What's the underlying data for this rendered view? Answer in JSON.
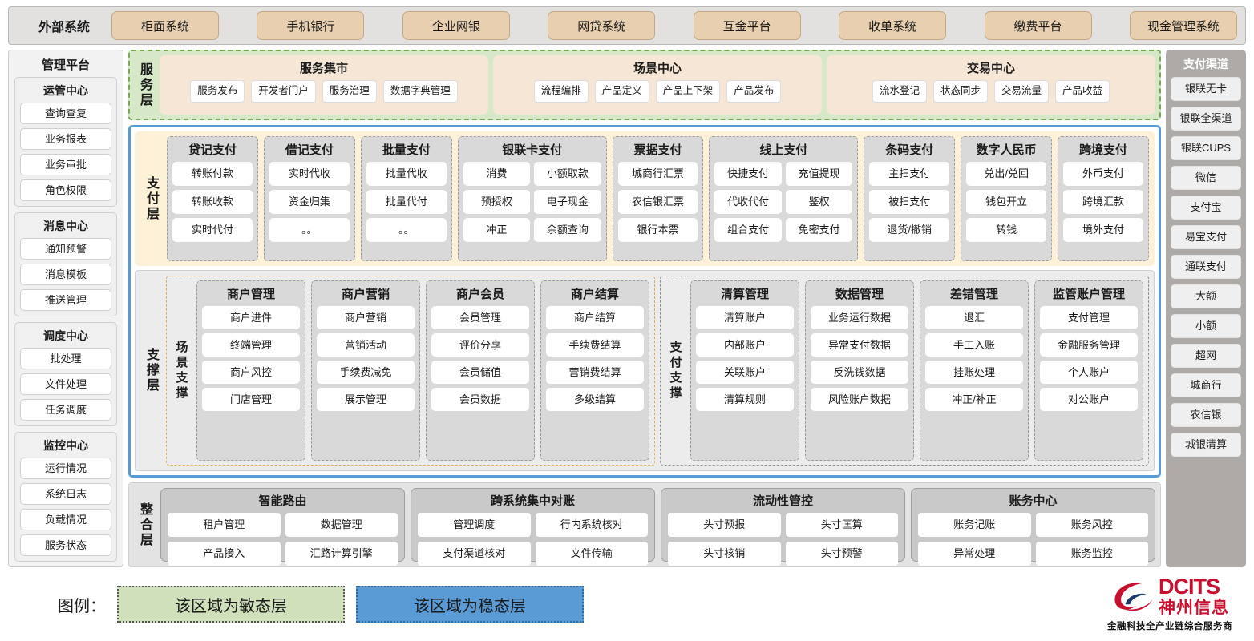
{
  "external_systems": {
    "title": "外部系统",
    "items": [
      "柜面系统",
      "手机银行",
      "企业网银",
      "网贷系统",
      "互金平台",
      "收单系统",
      "缴费平台",
      "现金管理系统"
    ]
  },
  "management_platform": {
    "title": "管理平台",
    "groups": [
      {
        "title": "运管中心",
        "items": [
          "查询查复",
          "业务报表",
          "业务审批",
          "角色权限"
        ]
      },
      {
        "title": "消息中心",
        "items": [
          "通知预警",
          "消息模板",
          "推送管理"
        ]
      },
      {
        "title": "调度中心",
        "items": [
          "批处理",
          "文件处理",
          "任务调度"
        ]
      },
      {
        "title": "监控中心",
        "items": [
          "运行情况",
          "系统日志",
          "负载情况",
          "服务状态"
        ]
      }
    ]
  },
  "service_layer": {
    "label": "服务层",
    "cards": [
      {
        "title": "服务集市",
        "items": [
          "服务发布",
          "开发者门户",
          "服务治理",
          "数据字典管理"
        ]
      },
      {
        "title": "场景中心",
        "items": [
          "流程编排",
          "产品定义",
          "产品上下架",
          "产品发布"
        ]
      },
      {
        "title": "交易中心",
        "items": [
          "流水登记",
          "状态同步",
          "交易流量",
          "产品收益"
        ]
      }
    ]
  },
  "payment_layer": {
    "label": "支付层",
    "groups": [
      {
        "title": "贷记支付",
        "cols": 1,
        "items": [
          "转账付款",
          "转账收款",
          "实时代付"
        ]
      },
      {
        "title": "借记支付",
        "cols": 1,
        "items": [
          "实时代收",
          "资金归集",
          "。。"
        ]
      },
      {
        "title": "批量支付",
        "cols": 1,
        "items": [
          "批量代收",
          "批量代付",
          "。。"
        ]
      },
      {
        "title": "银联卡支付",
        "cols": 2,
        "items": [
          "消费",
          "小额取款",
          "预授权",
          "电子现金",
          "冲正",
          "余额查询"
        ]
      },
      {
        "title": "票据支付",
        "cols": 1,
        "items": [
          "城商行汇票",
          "农信银汇票",
          "银行本票"
        ]
      },
      {
        "title": "线上支付",
        "cols": 2,
        "items": [
          "快捷支付",
          "充值提现",
          "代收代付",
          "鉴权",
          "组合支付",
          "免密支付"
        ]
      },
      {
        "title": "条码支付",
        "cols": 1,
        "items": [
          "主扫支付",
          "被扫支付",
          "退货/撤销"
        ]
      },
      {
        "title": "数字人民币",
        "cols": 1,
        "items": [
          "兑出/兑回",
          "钱包开立",
          "转钱"
        ]
      },
      {
        "title": "跨境支付",
        "cols": 1,
        "items": [
          "外币支付",
          "跨境汇款",
          "境外支付"
        ]
      }
    ]
  },
  "support_layer": {
    "label": "支撑层",
    "blocks": [
      {
        "label": "场景支撑",
        "groups": [
          {
            "title": "商户管理",
            "items": [
              "商户进件",
              "终端管理",
              "商户风控",
              "门店管理"
            ]
          },
          {
            "title": "商户营销",
            "items": [
              "商户营销",
              "营销活动",
              "手续费减免",
              "展示管理"
            ]
          },
          {
            "title": "商户会员",
            "items": [
              "会员管理",
              "评价分享",
              "会员储值",
              "会员数据"
            ]
          },
          {
            "title": "商户结算",
            "items": [
              "商户结算",
              "手续费结算",
              "营销费结算",
              "多级结算"
            ]
          }
        ]
      },
      {
        "label": "支付支撑",
        "groups": [
          {
            "title": "清算管理",
            "items": [
              "清算账户",
              "内部账户",
              "关联账户",
              "清算规则"
            ]
          },
          {
            "title": "数据管理",
            "items": [
              "业务运行数据",
              "异常支付数据",
              "反洗钱数据",
              "风险账户数据"
            ]
          },
          {
            "title": "差错管理",
            "items": [
              "退汇",
              "手工入账",
              "挂账处理",
              "冲正/补正"
            ]
          },
          {
            "title": "监管账户管理",
            "items": [
              "支付管理",
              "金融服务管理",
              "个人账户",
              "对公账户"
            ]
          }
        ]
      }
    ]
  },
  "integration_layer": {
    "label": "整合层",
    "cards": [
      {
        "title": "智能路由",
        "items": [
          "租户管理",
          "数据管理",
          "产品接入",
          "汇路计算引擎"
        ]
      },
      {
        "title": "跨系统集中对账",
        "items": [
          "管理调度",
          "行内系统核对",
          "支付渠道核对",
          "文件传输"
        ]
      },
      {
        "title": "流动性管控",
        "items": [
          "头寸预报",
          "头寸匡算",
          "头寸核销",
          "头寸预警"
        ]
      },
      {
        "title": "账务中心",
        "items": [
          "账务记账",
          "账务风控",
          "异常处理",
          "账务监控"
        ]
      }
    ]
  },
  "payment_channels": {
    "title": "支付渠道",
    "items": [
      "银联无卡",
      "银联全渠道",
      "银联CUPS",
      "微信",
      "支付宝",
      "易宝支付",
      "通联支付",
      "大额",
      "小额",
      "超网",
      "城商行",
      "农信银",
      "城银清算"
    ]
  },
  "legend": {
    "label": "图例：",
    "agile": "该区域为敏态层",
    "stable": "该区域为稳态层"
  },
  "logo": {
    "en": "DCITS",
    "cn": "神州信息",
    "tagline": "金融科技全产业链综合服务商"
  },
  "colors": {
    "agile_green": "#d7e8c8",
    "stable_blue": "#5b9bd5",
    "payment_cream": "#fdf1d7",
    "external_tan": "#e8cfaf",
    "brand_red": "#c8102e"
  }
}
